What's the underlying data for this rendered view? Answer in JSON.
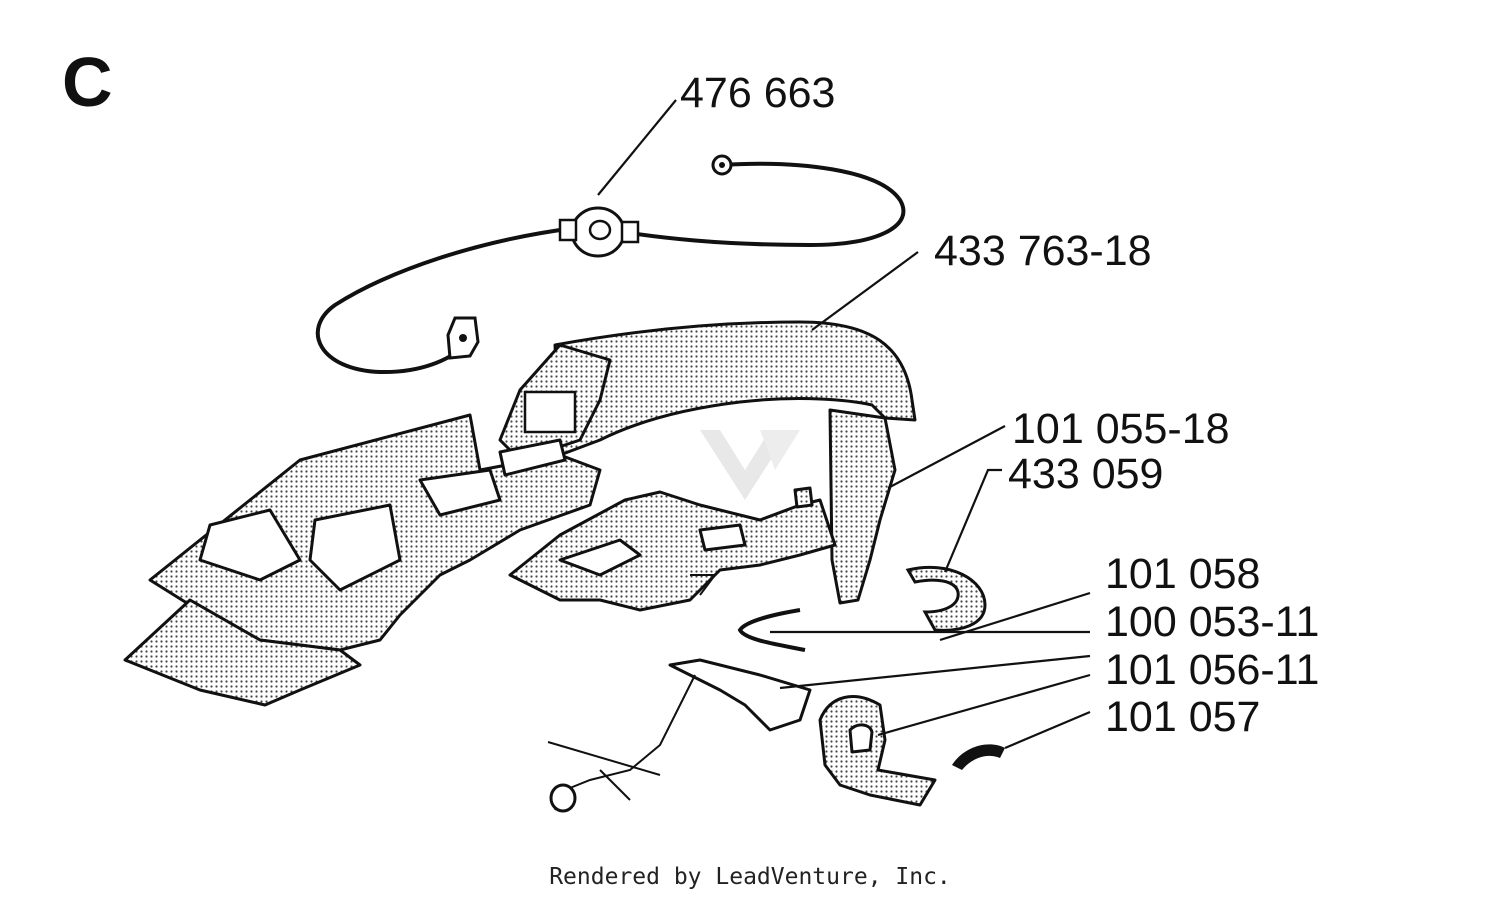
{
  "section_letter": "C",
  "parts": [
    {
      "id": "p1",
      "number": "476 663"
    },
    {
      "id": "p2",
      "number": "433 763-18"
    },
    {
      "id": "p3",
      "number": "101 055-18"
    },
    {
      "id": "p4",
      "number": "433 059"
    },
    {
      "id": "p5",
      "number": "101 058"
    },
    {
      "id": "p6",
      "number": "100 053-11"
    },
    {
      "id": "p7",
      "number": "101 056-11"
    },
    {
      "id": "p8",
      "number": "101 057"
    }
  ],
  "footer": {
    "credit": "Rendered by LeadVenture, Inc."
  }
}
